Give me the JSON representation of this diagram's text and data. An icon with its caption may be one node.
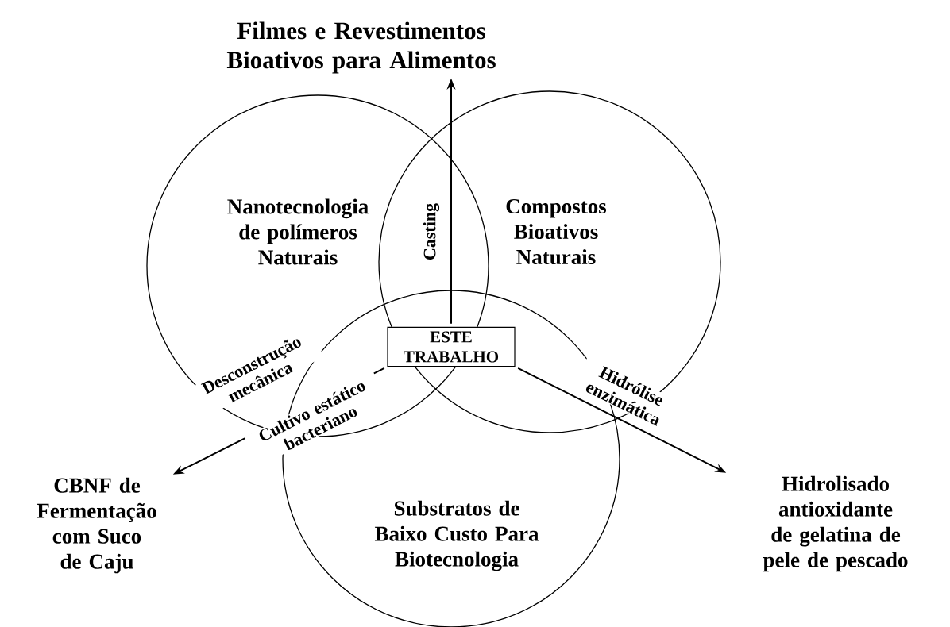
{
  "diagram": {
    "nodes": [
      {
        "text": [
          "Filmes e Revestimentos Bioativos para Alimentos"
        ]
      },
      {
        "text": [
          "Nanotecnologia de polímeros Naturais"
        ]
      },
      {
        "text": [
          "Compostos Bioativos Naturais"
        ]
      },
      {
        "text": [
          "Substratos de Baixo Custo Para Biotecnologia"
        ]
      },
      {
        "text": [
          "ESTE TRABALHO"
        ]
      },
      {
        "text": [
          "CBNF de Fermentação com Suco de Caju"
        ]
      },
      {
        "text": [
          "Hidrolisado antioxidante de gelatina de pele de pescado"
        ]
      }
    ],
    "edges": [
      {
        "from": 4,
        "to": 0,
        "arrow": "to",
        "label": "Casting"
      },
      {
        "from": 4,
        "to": 5,
        "arrow": "to",
        "label": "Desconstrução mecânica"
      },
      {
        "from": 4,
        "to": 6,
        "arrow": "to",
        "label": "Hidrólise enzimática"
      }
    ],
    "labels": [
      "Cultivo estático bacteriano"
    ]
  }
}
